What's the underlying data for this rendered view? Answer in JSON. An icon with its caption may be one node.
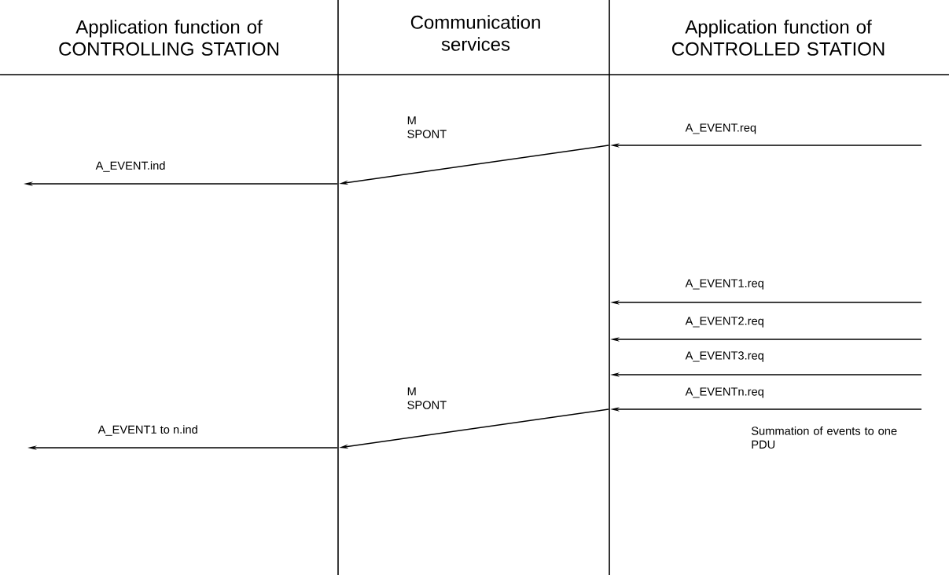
{
  "diagram": {
    "nodes": [
      {
        "text": [],
        "shape": "bar"
      },
      {
        "text": [],
        "shape": "bar"
      }
    ],
    "edges": [
      {
        "from": null,
        "to": 1,
        "arrow": "to",
        "label": "A_EVENT.req"
      },
      {
        "from": 1,
        "to": 0,
        "arrow": "to",
        "label": "M SPONT"
      },
      {
        "from": 0,
        "to": null,
        "arrow": "to",
        "label": "A_EVENT.ind"
      },
      {
        "from": null,
        "to": 1,
        "arrow": "to",
        "label": "A_EVENT1.req"
      },
      {
        "from": null,
        "to": 1,
        "arrow": "to",
        "label": "A_EVENT2.req"
      },
      {
        "from": null,
        "to": 1,
        "arrow": "to",
        "label": "A_EVENT3.req"
      },
      {
        "from": null,
        "to": 1,
        "arrow": "to",
        "label": "A_EVENTn.req"
      },
      {
        "from": 1,
        "to": 0,
        "arrow": "to",
        "label": "M SPONT"
      },
      {
        "from": 0,
        "to": null,
        "arrow": "to",
        "label": "A_EVENT1 to n.ind"
      }
    ],
    "labels": [
      "Application function of CONTROLLING STATION",
      "Communication services",
      "Application function of CONTROLLED STATION",
      "Summation of events to one PDU"
    ]
  }
}
